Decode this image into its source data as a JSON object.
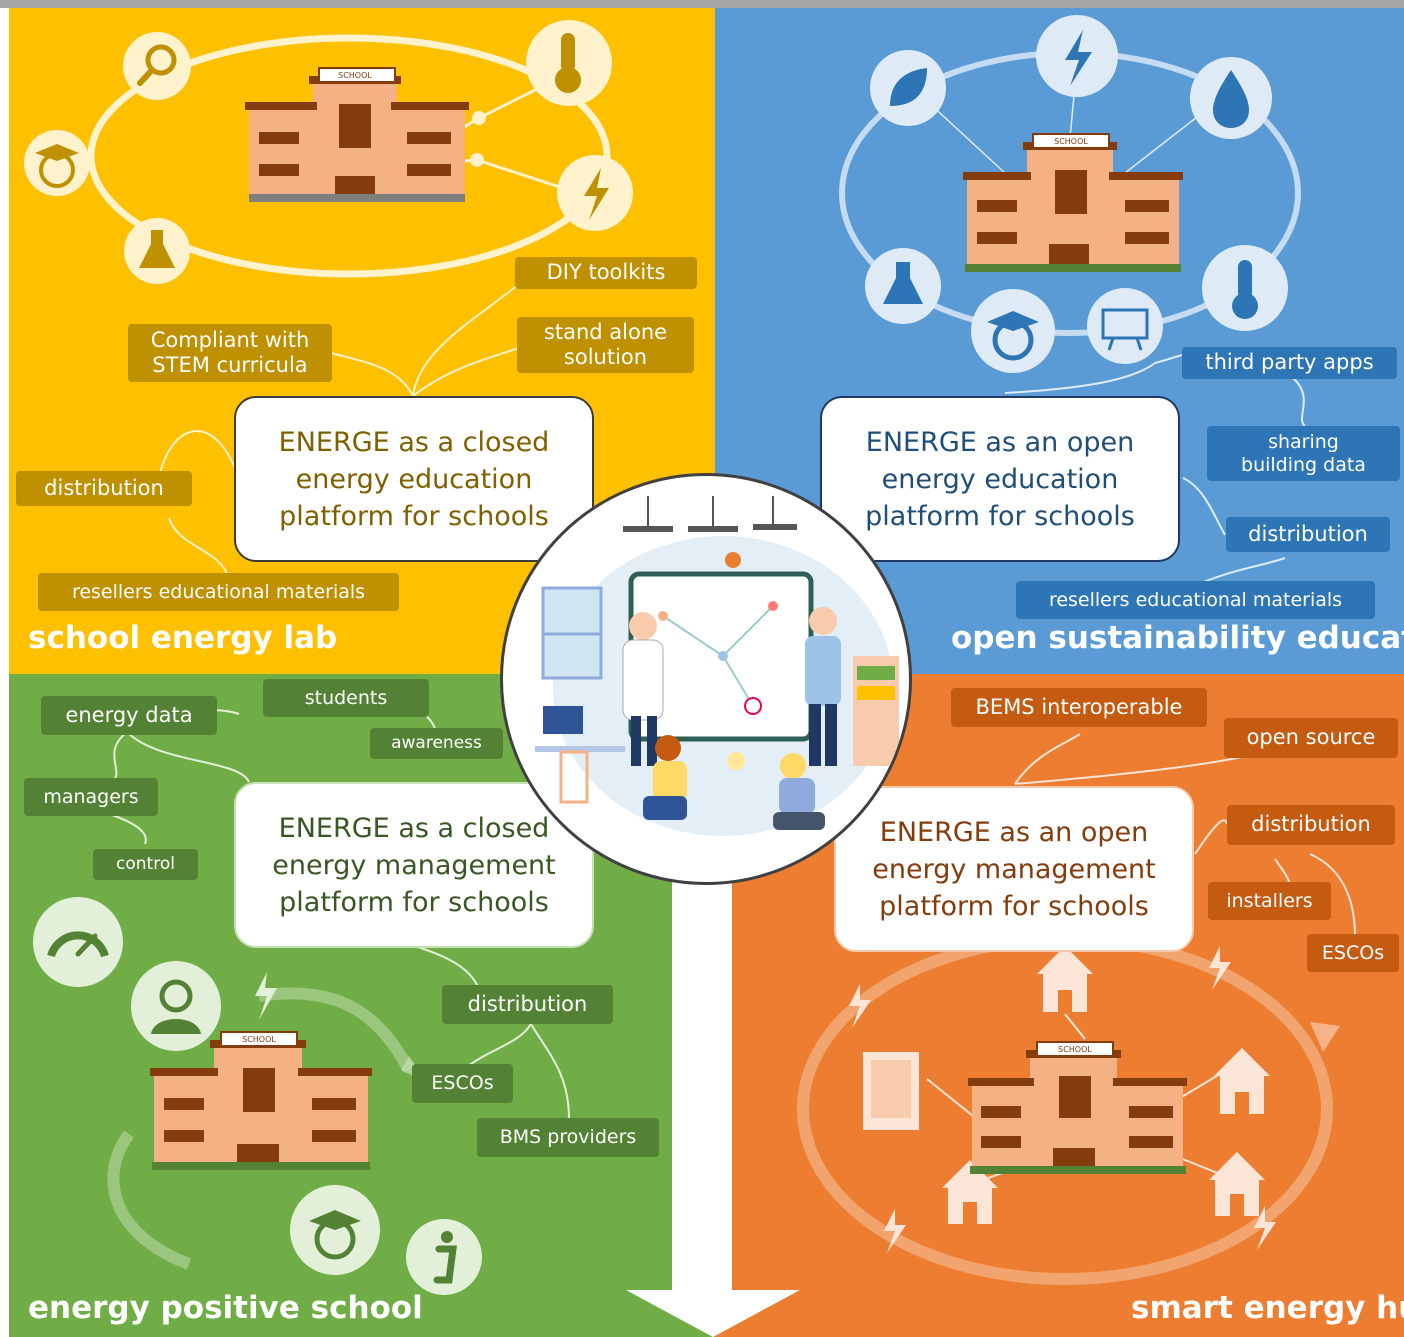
{
  "colors": {
    "yellow": "#ffc000",
    "yellow_dark": "#bf9000",
    "blue": "#5b9bd5",
    "blue_dark": "#2e75b6",
    "green": "#70ad47",
    "green_dark": "#548235",
    "orange": "#ed7d31",
    "orange_dark": "#c55a11"
  },
  "school_label": "SCHOOL",
  "quadrants": {
    "school_energy_lab": {
      "title": "school energy lab",
      "center": "ENERGE as a closed\nenergy education\nplatform for schools",
      "tags": {
        "diy": "DIY toolkits",
        "stem": "Compliant with\nSTEM curricula",
        "standalone": "stand alone\nsolution",
        "distribution": "distribution",
        "resellers": "resellers educational materials"
      },
      "icons": [
        "search-icon",
        "thermometer-icon",
        "student-icon",
        "lightning-icon",
        "flask-icon",
        "school-building-icon"
      ]
    },
    "open_sustainability_education": {
      "title": "open sustainability education",
      "center": "ENERGE as an open\nenergy education\nplatform for schools",
      "tags": {
        "third_party": "third party apps",
        "sharing": "sharing\nbuilding data",
        "distribution": "distribution",
        "resellers": "resellers educational materials"
      },
      "icons": [
        "leaf-icon",
        "lightning-icon",
        "water-drop-icon",
        "flask-icon",
        "student-icon",
        "presentation-board-icon",
        "thermometer-icon",
        "school-building-icon"
      ]
    },
    "energy_positive_school": {
      "title": "energy positive school",
      "center": "ENERGE as a closed\nenergy management\nplatform for schools",
      "tags": {
        "energy_data": "energy data",
        "students": "students",
        "awareness": "awareness",
        "managers": "managers",
        "control": "control",
        "distribution": "distribution",
        "escos": "ESCOs",
        "bms": "BMS providers"
      },
      "icons": [
        "gauge-icon",
        "manager-icon",
        "lightning-icon",
        "student-icon",
        "info-icon",
        "school-building-icon"
      ]
    },
    "smart_energy_hub": {
      "title": "smart energy hub",
      "center": "ENERGE as an open\nenergy management\nplatform for schools",
      "tags": {
        "bems": "BEMS interoperable",
        "open_source": "open source",
        "distribution": "distribution",
        "installers": "installers",
        "escos": "ESCOs"
      },
      "icons": [
        "house-icon",
        "office-building-icon",
        "lightning-icon",
        "school-building-icon"
      ]
    }
  }
}
